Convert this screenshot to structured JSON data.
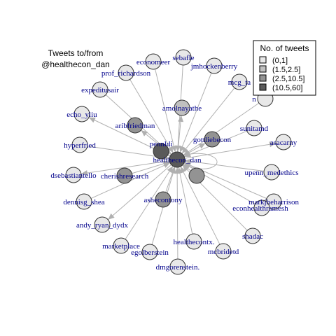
{
  "title": [
    "Tweets to/from",
    "@healthecon_dan"
  ],
  "legend": {
    "title": "No. of tweets",
    "entries": [
      {
        "label": "(0,1]",
        "color": "#E8E8E8"
      },
      {
        "label": "(1.5,2.5]",
        "color": "#C0C0C0"
      },
      {
        "label": "(2.5,10.5]",
        "color": "#939393"
      },
      {
        "label": "(10.5,60]",
        "color": "#5A5A5A"
      }
    ]
  },
  "colors": {
    "edge": "#B0B0B0",
    "label": "#00008B",
    "node_stroke": "#333333"
  },
  "center": "healthecon_dan",
  "nodes": [
    {
      "id": "healthecon_dan",
      "label": "healthecon_dan",
      "bin": 3
    },
    {
      "id": "pennldi",
      "label": "pennldi",
      "bin": 3
    },
    {
      "id": "unlabeled_large",
      "label": "",
      "bin": 2
    },
    {
      "id": "economeer",
      "label": "economeer",
      "bin": 0
    },
    {
      "id": "sebafle",
      "label": "sebafle",
      "bin": 0
    },
    {
      "id": "jmhockenberry",
      "label": "jmhockenberry",
      "bin": 0
    },
    {
      "id": "prof_richardson",
      "label": "prof_richardson",
      "bin": 0
    },
    {
      "id": "mcg_ta",
      "label": "mcg_ta",
      "bin": 0
    },
    {
      "id": "n_partial",
      "label": "n",
      "bin": 0
    },
    {
      "id": "expeditusair",
      "label": "expeditusair",
      "bin": 0
    },
    {
      "id": "amolnayathe",
      "label": "amolnayathe",
      "bin": 1
    },
    {
      "id": "echo_yliu",
      "label": "echo_yliu",
      "bin": 0
    },
    {
      "id": "aribfriedman",
      "label": "aribfriedman",
      "bin": 2
    },
    {
      "id": "gottliebecon",
      "label": "gottliebecon",
      "bin": 2
    },
    {
      "id": "sunitamd",
      "label": "sunitamd",
      "bin": 0
    },
    {
      "id": "asacarny",
      "label": "asacarny",
      "bin": 0
    },
    {
      "id": "hyperfried",
      "label": "hyperfried",
      "bin": 0
    },
    {
      "id": "dsebastiantello",
      "label": "dsebastiantello",
      "bin": 0
    },
    {
      "id": "cherishresearch",
      "label": "cherishresearch",
      "bin": 2
    },
    {
      "id": "upenn_medethics",
      "label": "upenn_medethics",
      "bin": 0
    },
    {
      "id": "dennisg_shea",
      "label": "dennisg_shea",
      "bin": 0
    },
    {
      "id": "ashecontony",
      "label": "ashecontony",
      "bin": 2
    },
    {
      "id": "markjhhe_harrison",
      "label": "markjheharrison",
      "bin": 0
    },
    {
      "id": "econhealthramesh",
      "label": "econhealthramesh",
      "bin": 0
    },
    {
      "id": "andy_ryan_dydx",
      "label": "andy_ryan_dydx",
      "bin": 0
    },
    {
      "id": "shadac",
      "label": "shadac",
      "bin": 0
    },
    {
      "id": "marketplace",
      "label": "marketplace",
      "bin": 0
    },
    {
      "id": "healthecontx",
      "label": "healthecontx.",
      "bin": 0
    },
    {
      "id": "egolberstein",
      "label": "egolberstein",
      "bin": 0
    },
    {
      "id": "mcbridetd",
      "label": "mcbridetd",
      "bin": 0
    },
    {
      "id": "dmgorenstein",
      "label": "dmgorenstein.",
      "bin": 0
    }
  ]
}
